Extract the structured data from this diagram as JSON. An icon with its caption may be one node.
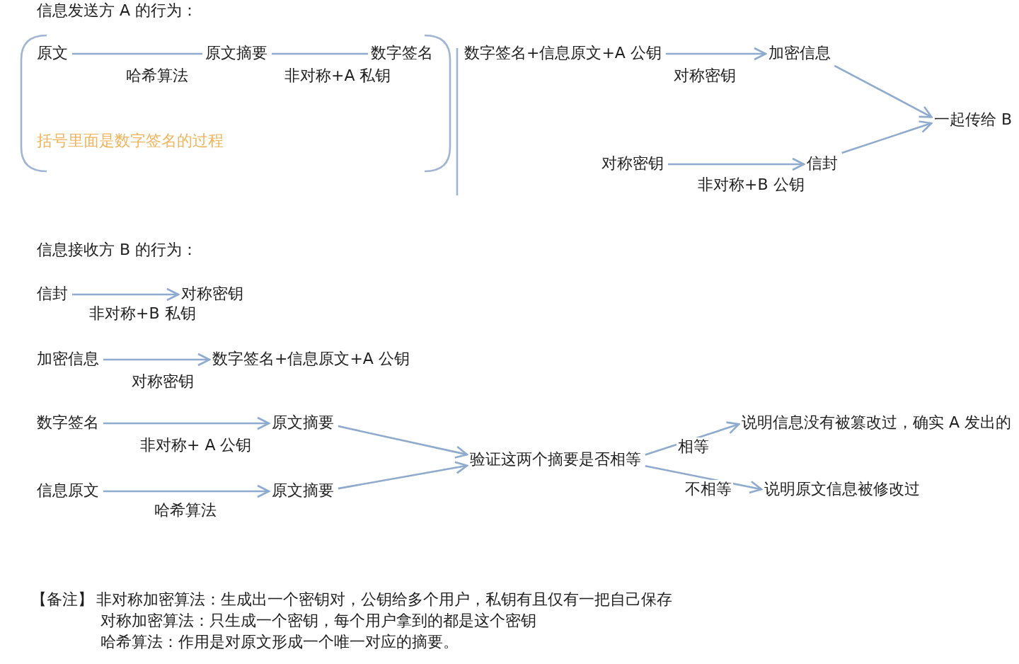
{
  "diagram": {
    "nodes": [
      {
        "text": [
          "原文"
        ]
      },
      {
        "text": [
          "原文摘要"
        ]
      },
      {
        "text": [
          "数字签名"
        ]
      },
      {
        "text": [
          "数字签名+信息原文+A 公钥"
        ]
      },
      {
        "text": [
          "加密信息"
        ]
      },
      {
        "text": [
          "一起传给 B"
        ]
      },
      {
        "text": [
          "对称密钥"
        ]
      },
      {
        "text": [
          "信封"
        ]
      },
      {
        "text": [
          "信封"
        ]
      },
      {
        "text": [
          "对称密钥"
        ]
      },
      {
        "text": [
          "加密信息"
        ]
      },
      {
        "text": [
          "数字签名+信息原文+A 公钥"
        ]
      },
      {
        "text": [
          "数字签名"
        ]
      },
      {
        "text": [
          "原文摘要"
        ]
      },
      {
        "text": [
          "说明信息没有被篡改过，确实 A 发出的"
        ]
      },
      {
        "text": [
          "验证这两个摘要是否相等"
        ]
      },
      {
        "text": [
          "信息原文"
        ]
      },
      {
        "text": [
          "原文摘要"
        ]
      },
      {
        "text": [
          "说明原文信息被修改过"
        ]
      }
    ],
    "edges": [
      {
        "from": 0,
        "to": 1,
        "arrow": "none",
        "label": "哈希算法"
      },
      {
        "from": 1,
        "to": 2,
        "arrow": "none",
        "label": "非对称+A 私钥"
      },
      {
        "from": 3,
        "to": 4,
        "arrow": "to",
        "label": "对称密钥"
      },
      {
        "from": 4,
        "to": 5,
        "arrow": "to"
      },
      {
        "from": 6,
        "to": 7,
        "arrow": "to",
        "label": "非对称+B 公钥"
      },
      {
        "from": 7,
        "to": 5,
        "arrow": "to"
      },
      {
        "from": 8,
        "to": 9,
        "arrow": "to",
        "label": "非对称+B 私钥"
      },
      {
        "from": 10,
        "to": 11,
        "arrow": "to",
        "label": "对称密钥"
      },
      {
        "from": 12,
        "to": 13,
        "arrow": "to",
        "label": "非对称+ A 公钥"
      },
      {
        "from": 16,
        "to": 17,
        "arrow": "to",
        "label": "哈希算法"
      },
      {
        "from": 13,
        "to": 15,
        "arrow": "to"
      },
      {
        "from": 17,
        "to": 15,
        "arrow": "to"
      },
      {
        "from": 15,
        "to": 14,
        "arrow": "to",
        "label": "相等"
      },
      {
        "from": 15,
        "to": 18,
        "arrow": "to",
        "label": "不相等"
      }
    ],
    "labels": [
      "信息发送方 A 的行为：",
      "括号里面是数字签名的过程",
      "信息接收方 B 的行为：",
      "【备注】",
      "非对称加密算法：生成出一个密钥对，公钥给多个用户，私钥有且仅有一把自己保存",
      "对称加密算法：只生成一个密钥，每个用户拿到的都是这个密钥",
      "哈希算法：作用是对原文形成一个唯一对应的摘要。"
    ]
  }
}
